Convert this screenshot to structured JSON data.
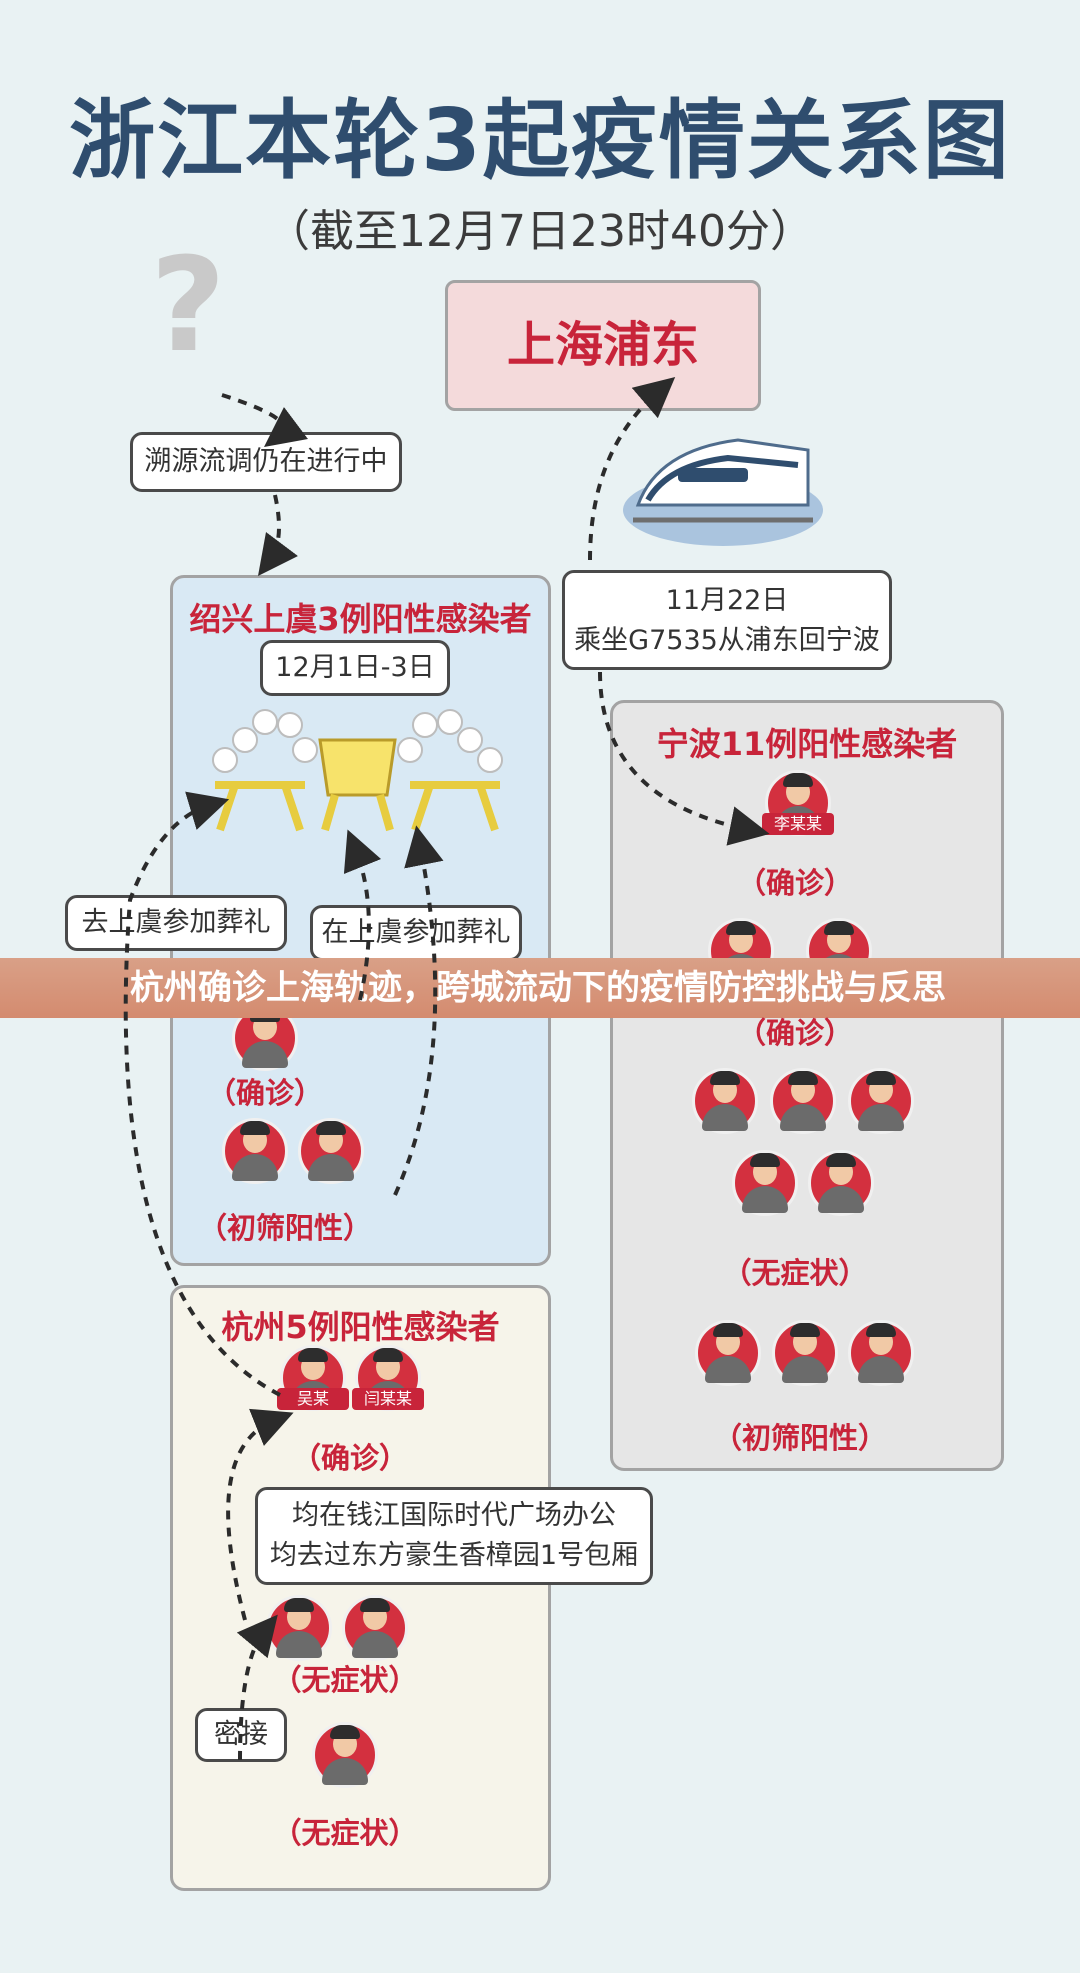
{
  "header": {
    "title": "浙江本轮3起疫情关系图",
    "subtitle": "（截至12月7日23时40分）"
  },
  "nodes": {
    "unknown_source": "?",
    "trace_note": "溯源流调仍在进行中",
    "shanghai": "上海浦东",
    "train_note_line1": "11月22日",
    "train_note_line2": "乘坐G7535从浦东回宁波"
  },
  "shaoxing": {
    "title": "绍兴上虞3例阳性感染者",
    "date_callout": "12月1日-3日",
    "went_note": "去上虞参加葬礼",
    "in_note": "在上虞参加葬礼",
    "confirmed_label": "（确诊）",
    "screen_label": "（初筛阳性）"
  },
  "ningbo": {
    "title": "宁波11例阳性感染者",
    "li_tag": "李某某",
    "confirmed_label_1": "（确诊）",
    "confirmed_label_2": "（确诊）",
    "asymptomatic_label": "（无症状）",
    "screen_label": "（初筛阳性）"
  },
  "hangzhou": {
    "title": "杭州5例阳性感染者",
    "wu_tag": "吴某",
    "yan_tag": "闫某某",
    "confirmed_label": "（确诊）",
    "office_line1": "均在钱江国际时代广场办公",
    "office_line2": "均去过东方豪生香樟园1号包厢",
    "asymptomatic_label_1": "（无症状）",
    "contact_note": "密接",
    "asymptomatic_label_2": "（无症状）"
  },
  "banner": {
    "text": "杭州确诊上海轨迹，跨城流动下的疫情防控挑战与反思"
  },
  "colors": {
    "title": "#2f4d6e",
    "accent_red": "#c8243a",
    "background": "#e9f2f3"
  }
}
